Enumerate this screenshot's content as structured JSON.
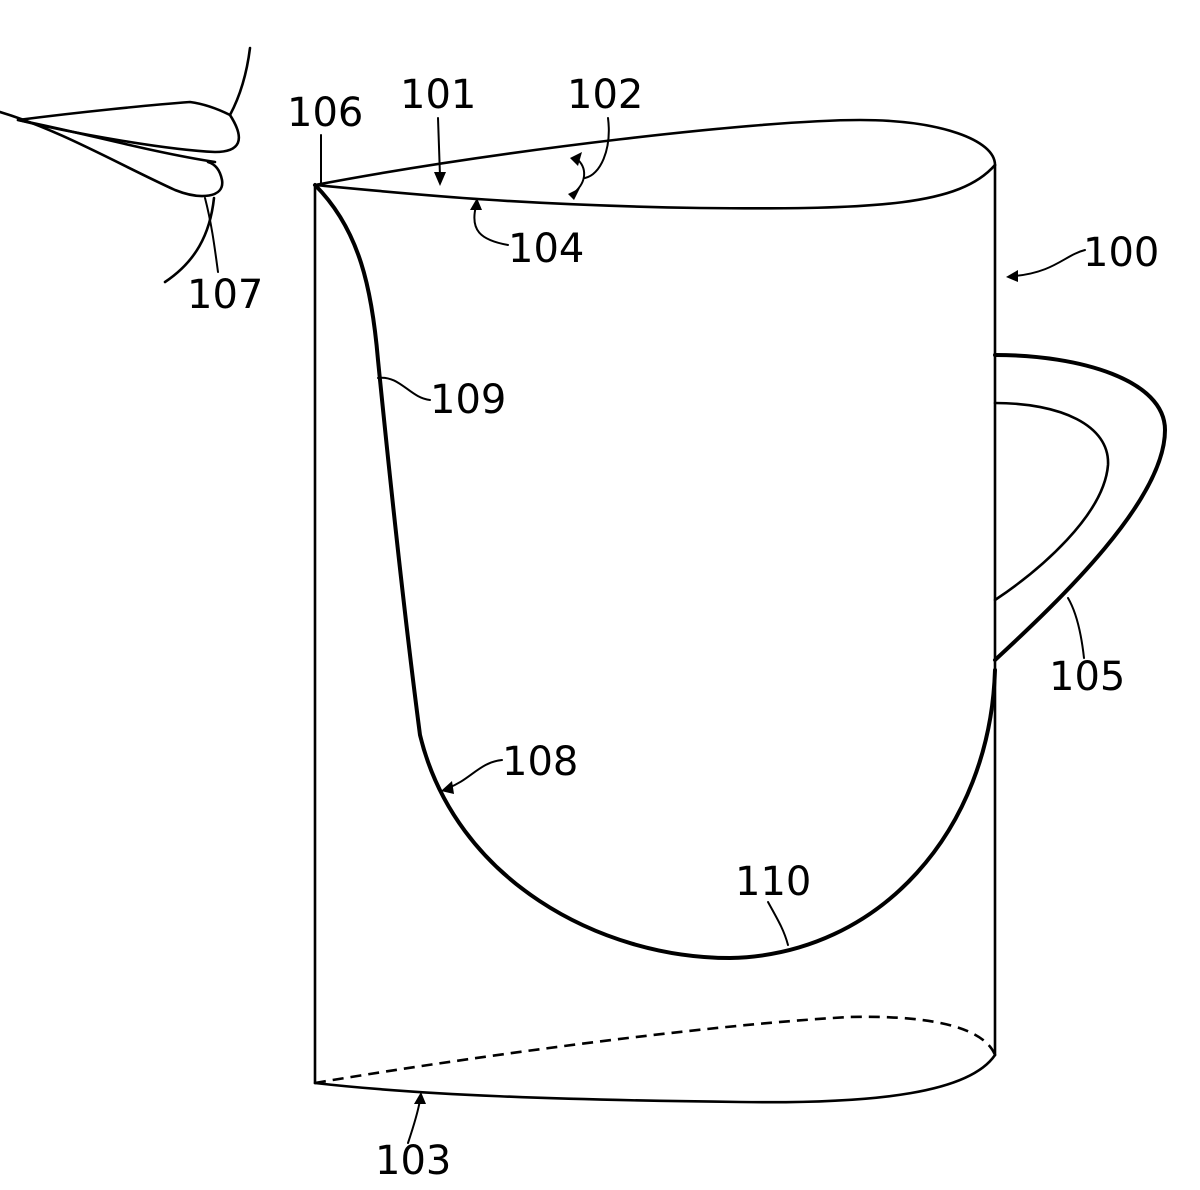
{
  "figure": {
    "labels": {
      "mug": "100",
      "top_rim": "101",
      "rim_angle": "102",
      "bottom_edge": "103",
      "rim_curve": "104",
      "handle": "105",
      "rim_tip": "106",
      "lips": "107",
      "cutaway_curve": "108",
      "inner_wall": "109",
      "cutaway_bottom": "110"
    }
  }
}
